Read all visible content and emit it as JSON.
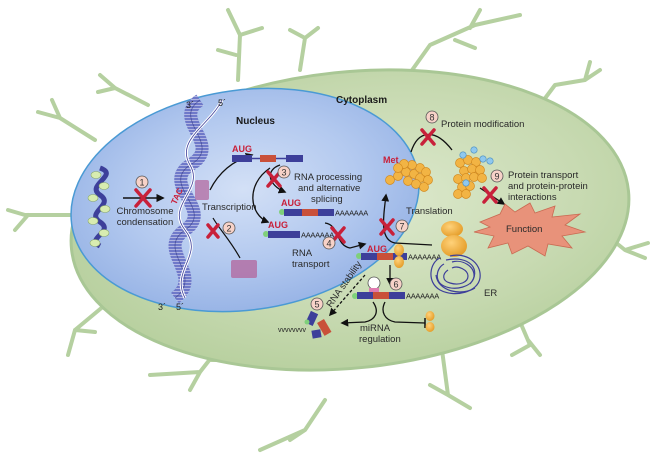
{
  "figure": {
    "compartments": {
      "cytoplasm": "Cytoplasm",
      "nucleus": "Nucleus",
      "er": "ER"
    },
    "dna": {
      "top_left": "3´",
      "top_right": "5´",
      "bottom_left": "3´",
      "bottom_right": "5´",
      "codon": "TAC"
    },
    "codons": {
      "start": "AUG",
      "met": "Met",
      "poly_a": "AAAAAAA"
    },
    "steps": [
      {
        "number": "1",
        "label": [
          "Chromosome",
          "condensation"
        ]
      },
      {
        "number": "2",
        "label": [
          "Transcription"
        ]
      },
      {
        "number": "3",
        "label": [
          "RNA processing",
          "and alternative",
          "splicing"
        ]
      },
      {
        "number": "4",
        "label": [
          "RNA",
          "transport"
        ]
      },
      {
        "number": "5",
        "label": [
          "RNA stability"
        ]
      },
      {
        "number": "6",
        "label": [
          "miRNA",
          "regulation"
        ]
      },
      {
        "number": "7",
        "label": [
          "Translation"
        ]
      },
      {
        "number": "8",
        "label": [
          "Protein modification"
        ]
      },
      {
        "number": "9",
        "label": [
          "Protein transport",
          "and protein-protein",
          "interactions"
        ]
      }
    ],
    "function_label": "Function",
    "colors": {
      "cytoplasm": "#c9dcb4",
      "membrane": "#a9c795",
      "nucleus": "#a9c2ea",
      "nucleus_edge": "#4a9ad4",
      "exon_blue": "#3d3f9a",
      "exon_red": "#c9503a",
      "block_x": "#c8203a",
      "protein": "#f2b444",
      "function_burst": "#e8927a",
      "modification": "#8fc8ee",
      "histone_box": "#b36aa0"
    }
  }
}
